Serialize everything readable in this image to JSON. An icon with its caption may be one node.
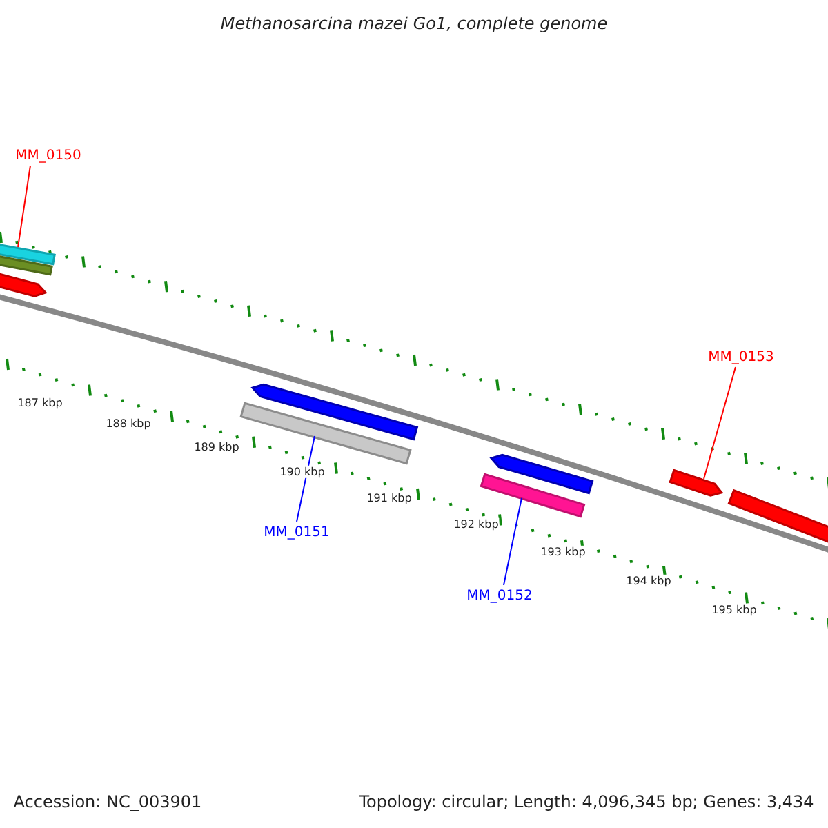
{
  "diagram": {
    "title": "Methanosarcina mazei Go1, complete genome",
    "nodes": [
      {
        "text": [
          "MM_0150"
        ]
      },
      {
        "text": [],
        "shape": "bar"
      },
      {
        "text": [
          "MM_0151"
        ]
      },
      {
        "text": [],
        "shape": "bar"
      },
      {
        "text": [
          "MM_0152"
        ]
      },
      {
        "text": [],
        "shape": "bar"
      },
      {
        "text": [
          "MM_0153"
        ]
      },
      {
        "text": [],
        "shape": "bar"
      },
      {
        "text": [],
        "shape": "bar"
      },
      {
        "text": [],
        "shape": "bar"
      },
      {
        "text": [],
        "shape": "bar"
      },
      {
        "text": [],
        "shape": "bar"
      },
      {
        "text": [],
        "shape": "bar"
      }
    ],
    "edges": [
      {
        "from": 0,
        "to": 1,
        "arrow": "none",
        "color": "#ff0000"
      },
      {
        "from": 2,
        "to": 3,
        "arrow": "none",
        "color": "#0000ff"
      },
      {
        "from": 4,
        "to": 5,
        "arrow": "none",
        "color": "#0000ff"
      },
      {
        "from": 6,
        "to": 7,
        "arrow": "none",
        "color": "#ff0000"
      }
    ],
    "labels": [
      "187 kbp",
      "188 kbp",
      "189 kbp",
      "190 kbp",
      "191 kbp",
      "192 kbp",
      "193 kbp",
      "194 kbp",
      "195 kbp",
      "Accession: NC_003901",
      "Topology: circular; Length: 4,096,345 bp; Genes: 3,434"
    ]
  }
}
